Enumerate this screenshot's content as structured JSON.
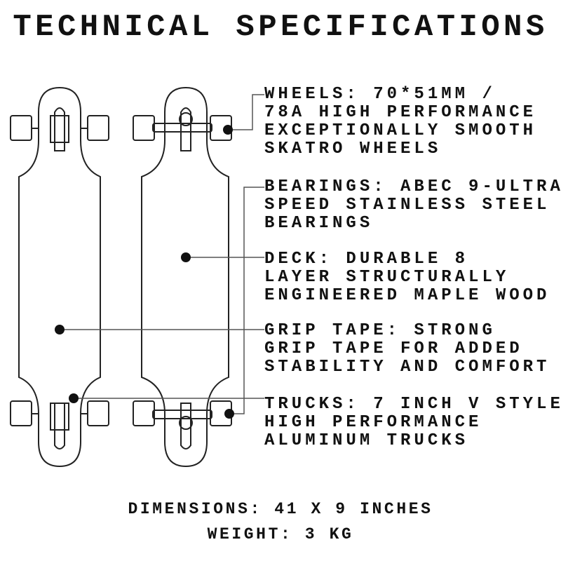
{
  "title": "TECHNICAL SPECIFICATIONS",
  "specs": {
    "wheels": [
      "WHEELS: 70*51MM /",
      "78A HIGH PERFORMANCE",
      "EXCEPTIONALLY SMOOTH",
      "SKATRO WHEELS"
    ],
    "bearings": [
      "BEARINGS: ABEC 9-ULTRA",
      "SPEED STAINLESS STEEL",
      "BEARINGS"
    ],
    "deck": [
      "DECK: DURABLE 8",
      "LAYER STRUCTURALLY",
      "ENGINEERED MAPLE WOOD"
    ],
    "grip_tape": [
      "GRIP TAPE: STRONG",
      "GRIP TAPE FOR ADDED",
      "STABILITY AND COMFORT"
    ],
    "trucks": [
      "TRUCKS: 7 INCH V STYLE",
      "HIGH PERFORMANCE",
      "ALUMINUM TRUCKS"
    ]
  },
  "footer": {
    "dimensions": "DIMENSIONS: 41 X 9 INCHES",
    "weight": "WEIGHT: 3 KG"
  }
}
